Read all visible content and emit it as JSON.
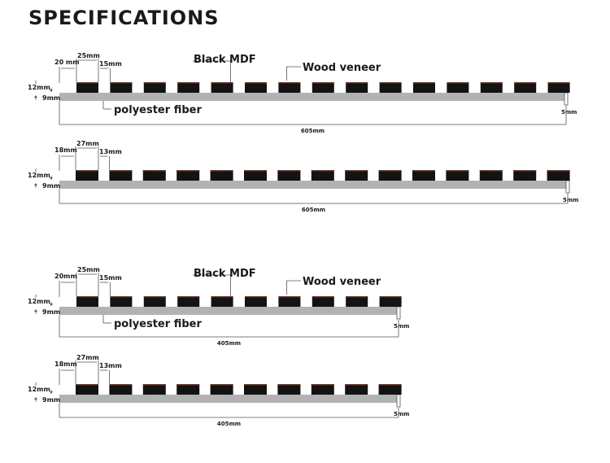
{
  "title": "SPECIFICATIONS",
  "colors": {
    "strip": "#131313",
    "veneer": "#7a3a26",
    "felt": "#b2b2b2",
    "line": "#555555",
    "text": "#1a1a1a"
  },
  "panels": [
    {
      "slat_count": 15,
      "labels": {
        "slat_width": "25mm",
        "edge_gap": "20 mm",
        "slat_gap": "15mm",
        "slat_height": "12mm",
        "base_height": "9mm",
        "overhang": "5mm",
        "total_width": "605mm",
        "mdf": "Black MDF",
        "veneer": "Wood  veneer",
        "felt": "polyester fiber"
      }
    },
    {
      "slat_count": 15,
      "labels": {
        "slat_width": "27mm",
        "edge_gap": "18mm",
        "slat_gap": "13mm",
        "slat_height": "12mm",
        "base_height": "9mm",
        "overhang": "5mm",
        "total_width": "605mm"
      }
    },
    {
      "slat_count": 10,
      "labels": {
        "slat_width": "25mm",
        "edge_gap": "20mm",
        "slat_gap": "15mm",
        "slat_height": "12mm",
        "base_height": "9mm",
        "overhang": "5mm",
        "total_width": "405mm",
        "mdf": "Black MDF",
        "veneer": "Wood  veneer",
        "felt": "polyester fiber"
      }
    },
    {
      "slat_count": 10,
      "labels": {
        "slat_width": "27mm",
        "edge_gap": "18mm",
        "slat_gap": "13mm",
        "slat_height": "12mm",
        "base_height": "9mm",
        "overhang": "5mm",
        "total_width": "405mm"
      }
    }
  ]
}
